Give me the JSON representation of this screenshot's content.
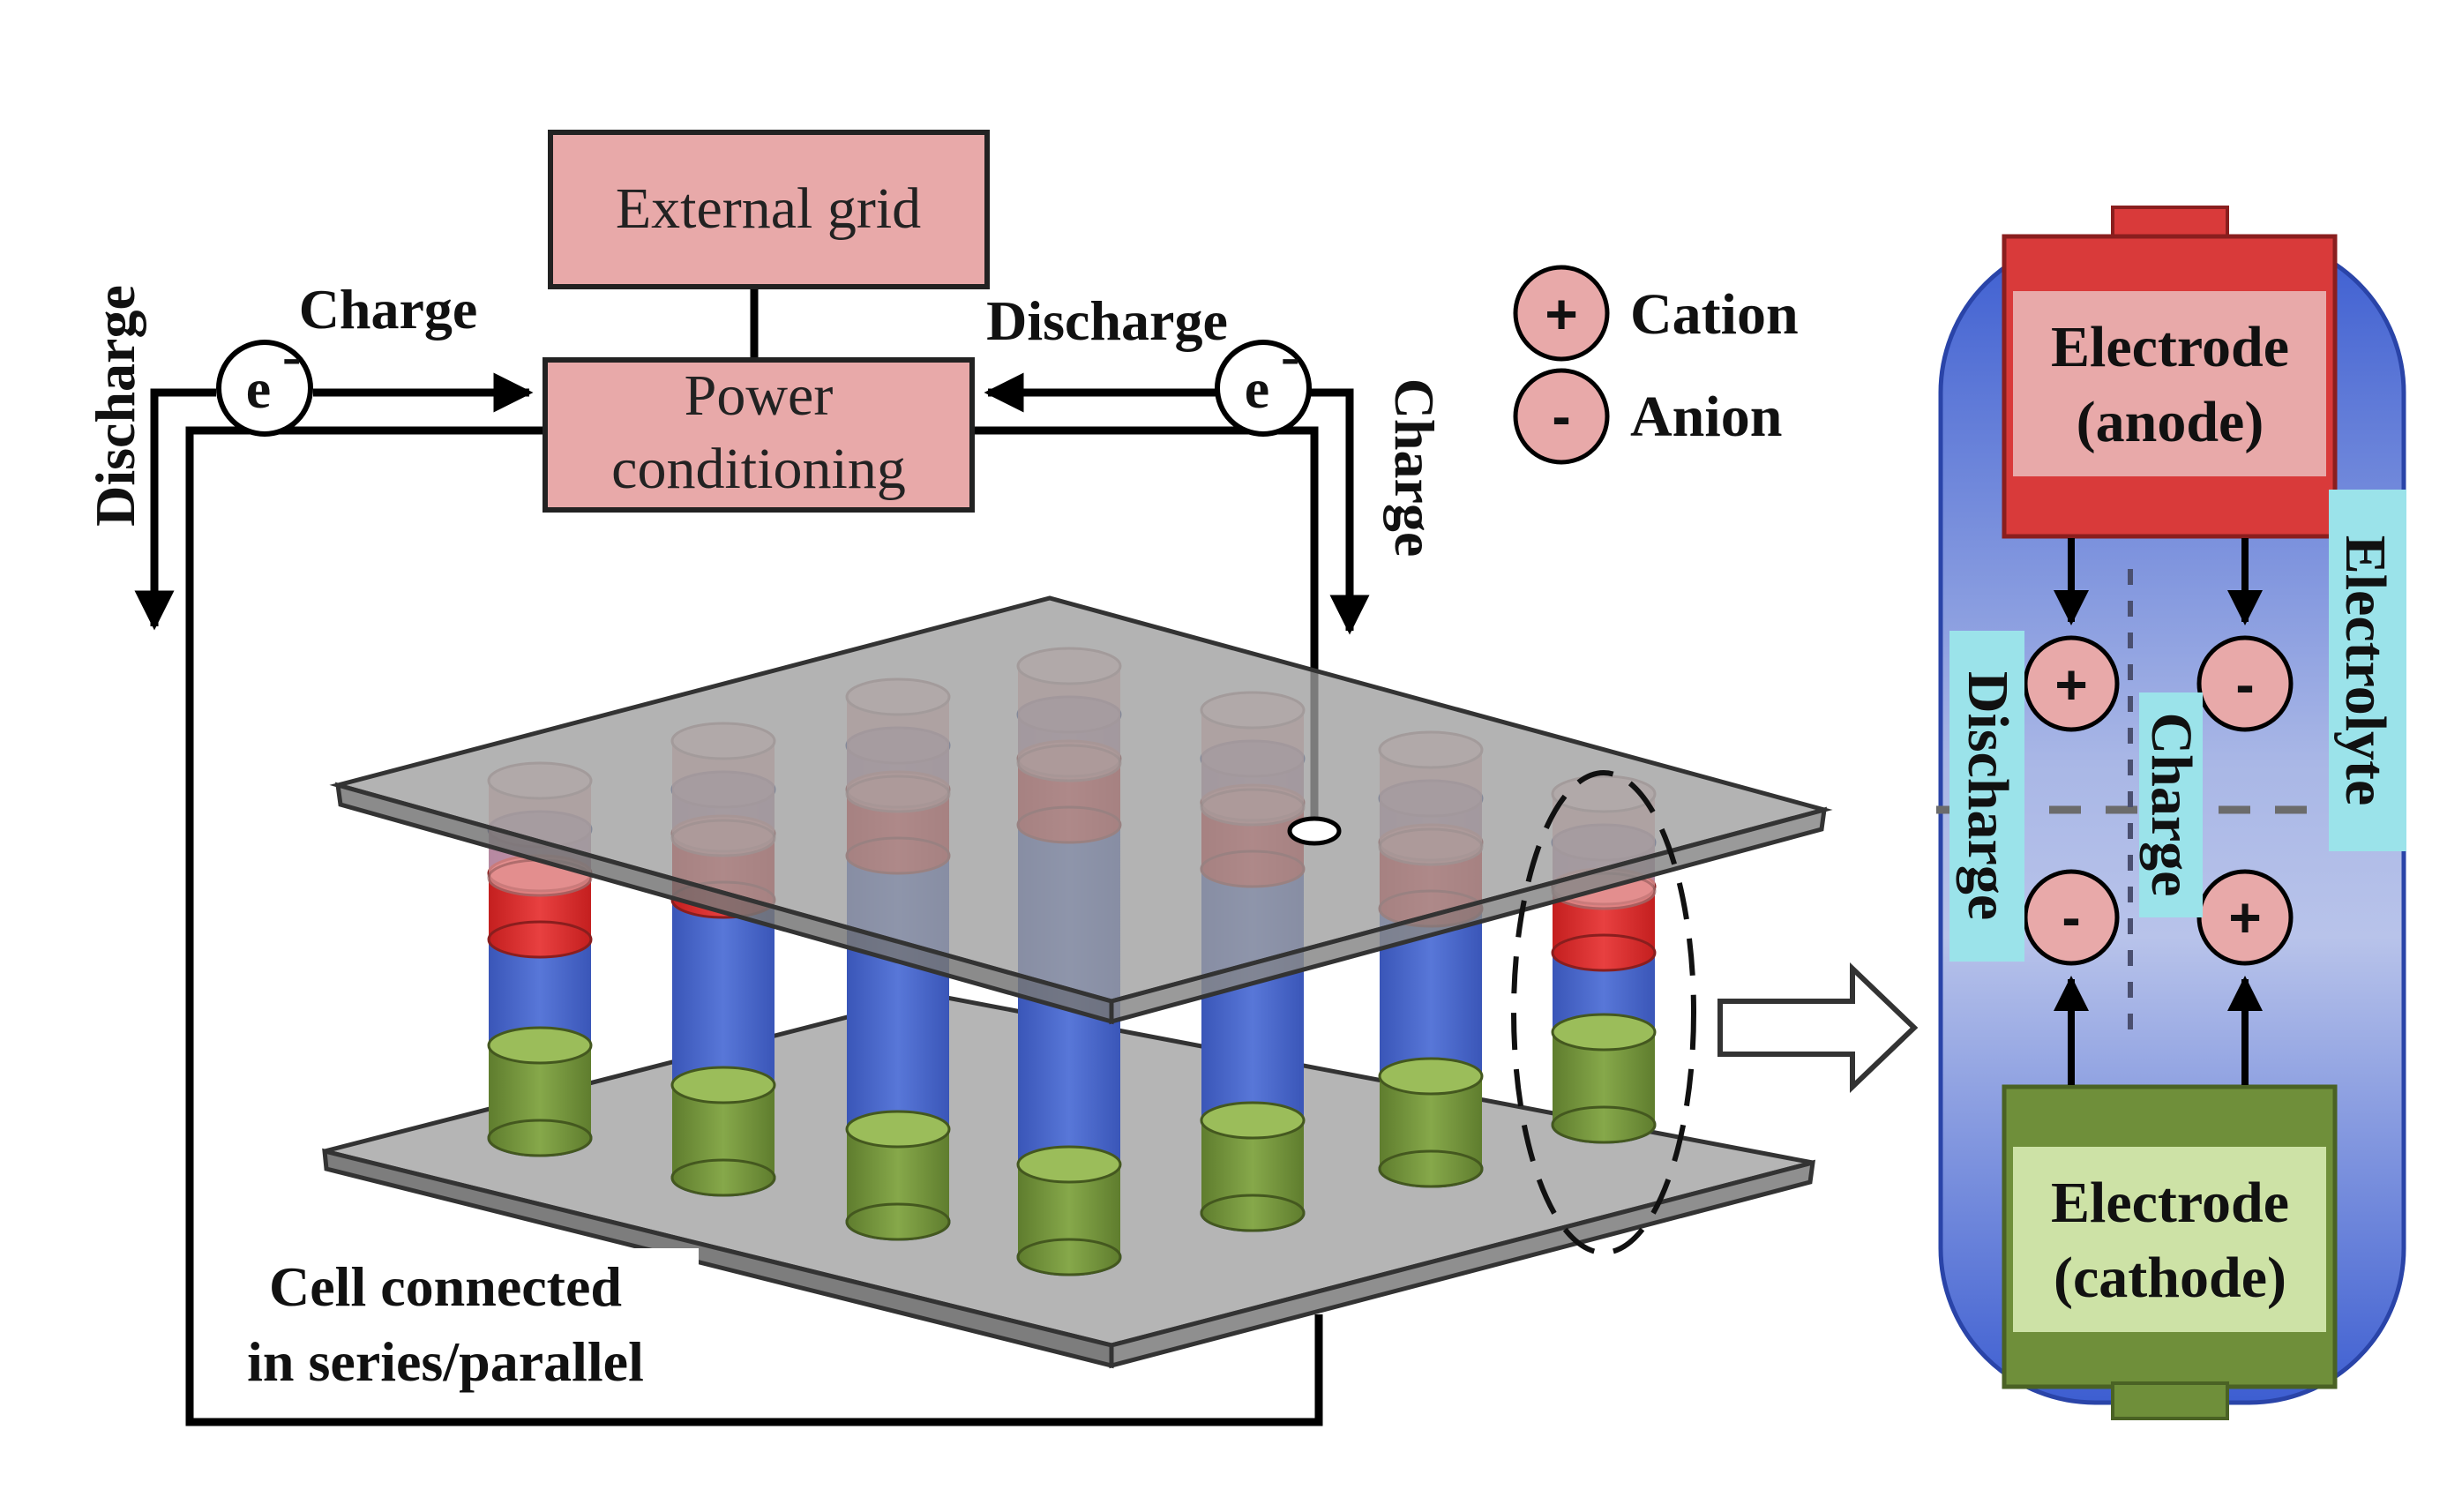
{
  "top_boxes": {
    "external_grid": "External grid",
    "power_conditioning_line1": "Power",
    "power_conditioning_line2": "conditioning"
  },
  "flow_labels": {
    "charge_left": "Charge",
    "discharge_left_vertical": "Discharge",
    "discharge_right": "Discharge",
    "charge_right_vertical": "Charge",
    "electron_symbol": "e",
    "electron_superscript": "-"
  },
  "legend": {
    "cation_symbol": "+",
    "cation_label": "Cation",
    "anion_symbol": "-",
    "anion_label": "Anion"
  },
  "stack_caption": {
    "line1": "Cell connected",
    "line2": "in series/parallel"
  },
  "cell_detail": {
    "anode_line1": "Electrode",
    "anode_line2": "(anode)",
    "cathode_line1": "Electrode",
    "cathode_line2": "(cathode)",
    "electrolyte_label": "Electrolyte",
    "discharge_label": "Discharge",
    "charge_label": "Charge"
  },
  "colors": {
    "box_fill": "#e8a9a9",
    "anode_red": "#d93a3a",
    "anode_pink": "#e8a9a9",
    "cathode_green": "#6f8f3a",
    "cathode_light": "#cde2a6",
    "cell_blue": "#4c6fcf",
    "label_cyan": "#9be3ea",
    "plate_gray": "#a9a9a9"
  }
}
